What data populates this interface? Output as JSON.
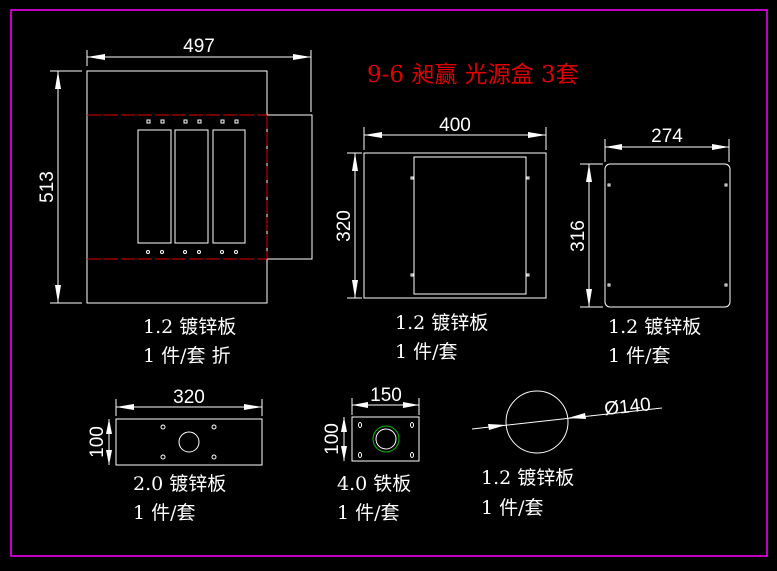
{
  "title": "9-6 昶赢 光源盒  3套",
  "colors": {
    "border": "#ff00ff",
    "title": "#e00000",
    "lines": "#ffffff",
    "accent": "#00c000"
  },
  "parts": [
    {
      "dims": [
        "497",
        "513"
      ],
      "material": "1.2 镀锌板",
      "qty": "1 件/套 折"
    },
    {
      "dims": [
        "400",
        "320"
      ],
      "material": "1.2 镀锌板",
      "qty": "1 件/套"
    },
    {
      "dims": [
        "274",
        "316"
      ],
      "material": "1.2 镀锌板",
      "qty": "1 件/套"
    },
    {
      "dims": [
        "320",
        "100"
      ],
      "material": "2.0 镀锌板",
      "qty": "1 件/套"
    },
    {
      "dims": [
        "150",
        "100"
      ],
      "material": "4.0 铁板",
      "qty": "1 件/套"
    },
    {
      "dims": [
        "Ø140"
      ],
      "material": "1.2 镀锌板",
      "qty": "1 件/套"
    }
  ]
}
